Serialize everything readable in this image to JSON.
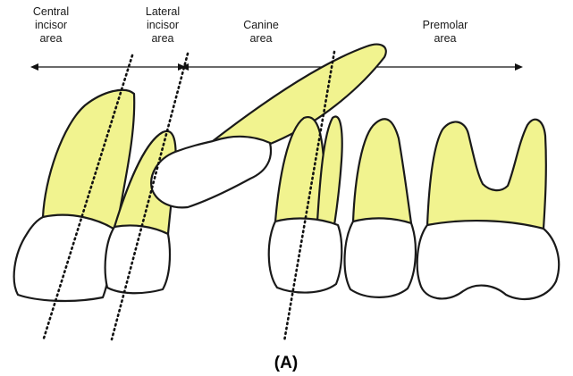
{
  "labels": {
    "central": [
      "Central",
      "incisor",
      "area"
    ],
    "lateral": [
      "Lateral",
      "incisor",
      "area"
    ],
    "canine": [
      "Canine",
      "area"
    ],
    "premolar": [
      "Premolar",
      "area"
    ]
  },
  "caption": "(A)",
  "colors": {
    "root": "#f1f38f",
    "crown": "#ffffff",
    "outline": "#1a1a1a"
  }
}
